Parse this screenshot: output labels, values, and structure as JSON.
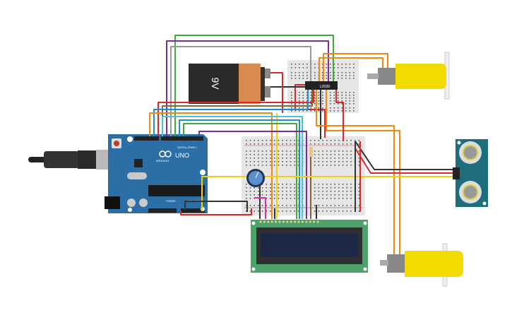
{
  "battery": {
    "label": "9V"
  },
  "driver_chip": {
    "label": "L293D"
  },
  "arduino": {
    "brand": "ARDUINO",
    "model": "UNO",
    "digital_label": "DIGITAL (PWM~)",
    "power_label": "POWER",
    "analog_label": "ANALOG IN"
  },
  "colors": {
    "wire_red": "#e0262b",
    "wire_black": "#333333",
    "wire_orange": "#f08a0c",
    "wire_yellow": "#f2d200",
    "wire_green": "#3fa83f",
    "wire_purple": "#7a2c9c",
    "wire_blue": "#1a8fd6",
    "wire_cyan": "#49c1e0",
    "wire_brown": "#8a6238",
    "wire_grey": "#999999",
    "wire_pink": "#e0309a",
    "arduino": "#2b6fa6",
    "lcd_board": "#4ca36a",
    "sensor": "#1e6e7e",
    "motor": "#f2dc00"
  }
}
